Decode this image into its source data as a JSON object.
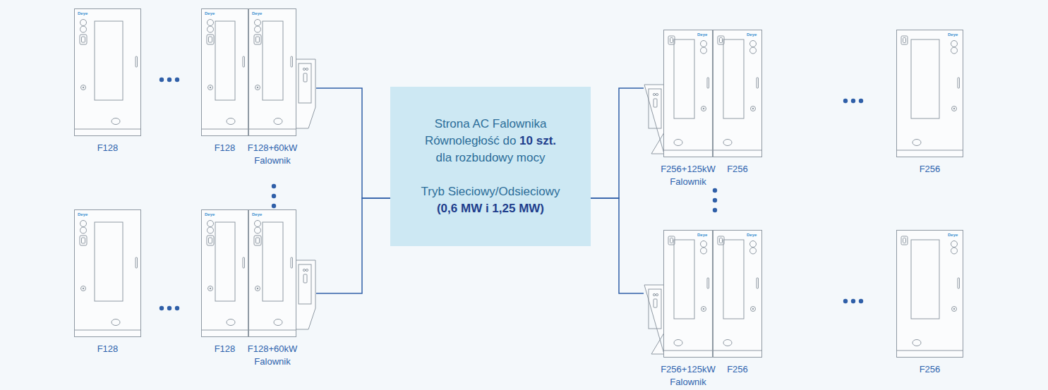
{
  "diagram": {
    "nodes": [
      {
        "text": [
          "F128"
        ]
      },
      {
        "text": [
          "F128"
        ]
      },
      {
        "text": [
          "F128+60kW Falownik"
        ]
      },
      {
        "text": [
          "F128"
        ]
      },
      {
        "text": [
          "F128"
        ]
      },
      {
        "text": [
          "F128+60kW Falownik"
        ]
      },
      {
        "text": [
          "Strona AC Falownika Równoległość do",
          "10 szt.",
          "dla rozbudowy mocy",
          "Tryb Sieciowy/Odsieciowy",
          "(0,6 MW i 1,25 MW)"
        ]
      },
      {
        "text": [
          "F256+125kW Falownik"
        ]
      },
      {
        "text": [
          "F256"
        ]
      },
      {
        "text": [
          "F256"
        ]
      },
      {
        "text": [
          "F256+125kW Falownik"
        ]
      },
      {
        "text": [
          "F256"
        ]
      },
      {
        "text": [
          "F256"
        ]
      }
    ],
    "edges": [
      {
        "from": 2,
        "to": 6,
        "arrow": "none"
      },
      {
        "from": 5,
        "to": 6,
        "arrow": "none"
      },
      {
        "from": 6,
        "to": 7,
        "arrow": "none"
      },
      {
        "from": 6,
        "to": 10,
        "arrow": "none"
      }
    ],
    "labels": [
      "Deye",
      "Deye",
      "Deye",
      "Deye",
      "Deye",
      "Deye",
      "Deye",
      "Deye",
      "Deye",
      "Deye",
      "Deye",
      "Deye"
    ]
  }
}
